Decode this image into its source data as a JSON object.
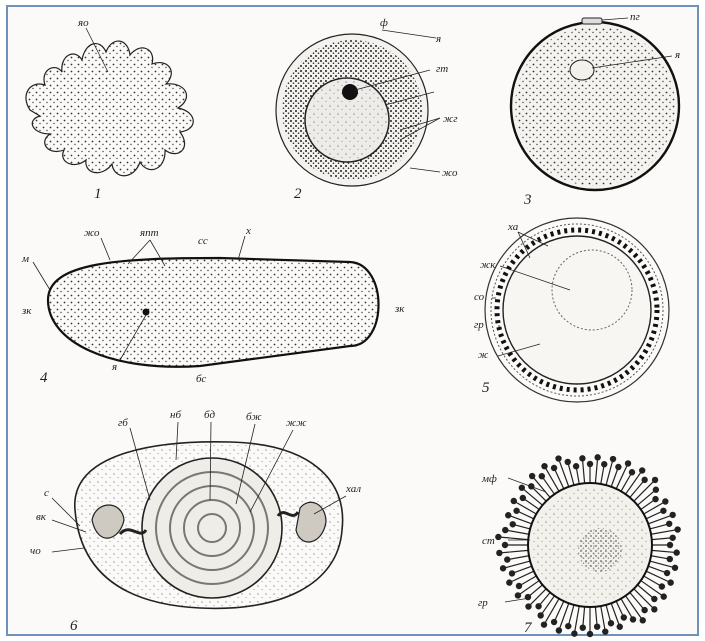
{
  "figures": [
    {
      "number": "1",
      "labels": [
        "яо"
      ]
    },
    {
      "number": "2",
      "labels": [
        "ф",
        "я",
        "гт",
        "жг",
        "жо"
      ]
    },
    {
      "number": "3",
      "labels": [
        "пг",
        "я"
      ]
    },
    {
      "number": "4",
      "labels": [
        "жо",
        "япт",
        "сс",
        "х",
        "м",
        "зк",
        "зк",
        "я",
        "бс"
      ]
    },
    {
      "number": "5",
      "labels": [
        "ха",
        "жк",
        "со",
        "гр",
        "ж"
      ]
    },
    {
      "number": "6",
      "labels": [
        "гб",
        "нб",
        "бд",
        "бж",
        "жж",
        "с",
        "вк",
        "чо",
        "хал"
      ]
    },
    {
      "number": "7",
      "labels": [
        "мф",
        "ст",
        "гр"
      ]
    }
  ],
  "colors": {
    "frame": "#6f93b8",
    "ink": "#222222",
    "stipple": "#3a3a3a"
  }
}
